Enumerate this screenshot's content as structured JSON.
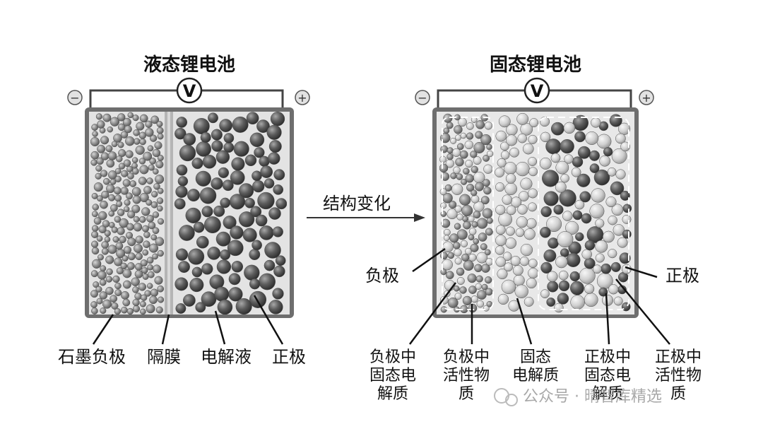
{
  "liquid": {
    "title": "液态锂电池",
    "meter": "V",
    "minus": "−",
    "plus": "+",
    "labels": [
      "石墨负极",
      "隔膜",
      "电解液",
      "正极"
    ]
  },
  "solid": {
    "title": "固态锂电池",
    "meter": "V",
    "minus": "−",
    "plus": "+",
    "side_left": "负极",
    "side_right": "正极",
    "labels": [
      [
        "负极中",
        "固态电",
        "解质"
      ],
      [
        "负极中",
        "活性物",
        "质"
      ],
      [
        "固态",
        "电解质"
      ],
      [
        "正极中",
        "固态电",
        "解质"
      ],
      [
        "正极中",
        "活性物",
        "质"
      ]
    ]
  },
  "arrow_label": "结构变化",
  "watermark": "公众号 · 晴智库精选"
}
